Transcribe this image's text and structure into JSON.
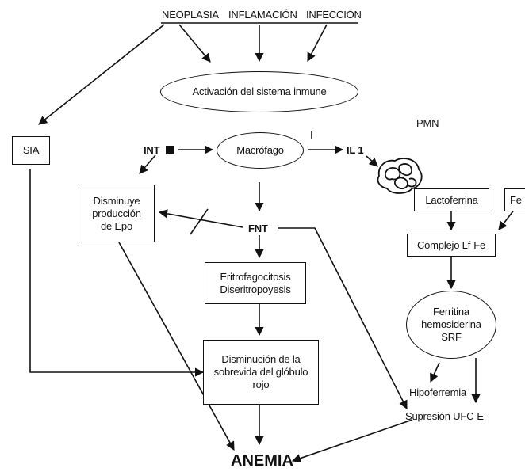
{
  "causes": {
    "neoplasia": "NEOPLASIA",
    "inflamacion": "INFLAMACIÓN",
    "infeccion": "INFECCIÓN"
  },
  "nodes": {
    "activacion": "Activación del sistema inmune",
    "sia": "SIA",
    "int": "INT",
    "macrofago": "Macrófago",
    "il1": "IL 1",
    "pmn": "PMN",
    "inhibit_mark": "I",
    "disminuye_epo": "Disminuye\nproducción\nde Epo",
    "fnt": "FNT",
    "lactoferrina": "Lactoferrina",
    "fe": "Fe",
    "complejo": "Complejo Lf-Fe",
    "eritrofagocitosis": "Eritrofagocitosis\nDiseritropoyesis",
    "ferritina": "Ferritina\nhemosiderina\nSRF",
    "disminucion": "Disminución de la\nsobrevida del glóbulo\nrojo",
    "hipoferremia": "Hipoferremia",
    "supresion": "Supresión UFC-E",
    "anemia": "ANEMIA"
  },
  "colors": {
    "stroke": "#111111",
    "background": "#ffffff"
  },
  "icons": {
    "pmn_cell": "neutrophil-cell-icon",
    "int_marker": "filled-square-icon"
  }
}
